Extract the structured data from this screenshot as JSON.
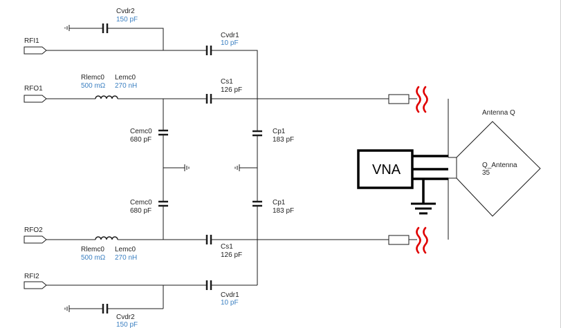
{
  "colors": {
    "wire": "#1a1a1a",
    "value_blue": "#3a7fc1",
    "squiggle": "#e00000",
    "vna_stroke": "#000000"
  },
  "ports": {
    "rfi1": "RFI1",
    "rfo1": "RFO1",
    "rfo2": "RFO2",
    "rfi2": "RFI2"
  },
  "components": {
    "cvdr2_top": {
      "name": "Cvdr2",
      "value": "150 pF"
    },
    "cvdr1_top": {
      "name": "Cvdr1",
      "value": "10 pF"
    },
    "rlemc0_top": {
      "name": "Rlemc0",
      "value": "500 mΩ"
    },
    "lemc0_top": {
      "name": "Lemc0",
      "value": "270 nH"
    },
    "cs1_top": {
      "name": "Cs1",
      "value": "126 pF"
    },
    "cemc0_top": {
      "name": "Cemc0",
      "value": "680 pF"
    },
    "cp1_top": {
      "name": "Cp1",
      "value": "183 pF"
    },
    "cemc0_bot": {
      "name": "Cemc0",
      "value": "680 pF"
    },
    "cp1_bot": {
      "name": "Cp1",
      "value": "183 pF"
    },
    "rlemc0_bot": {
      "name": "Rlemc0",
      "value": "500 mΩ"
    },
    "lemc0_bot": {
      "name": "Lemc0",
      "value": "270 nH"
    },
    "cs1_bot": {
      "name": "Cs1",
      "value": "126 pF"
    },
    "cvdr1_bot": {
      "name": "Cvdr1",
      "value": "10 pF"
    },
    "cvdr2_bot": {
      "name": "Cvdr2",
      "value": "150 pF"
    }
  },
  "antenna": {
    "title": "Antenna Q",
    "name": "Q_Antenna",
    "value": "35"
  },
  "vna": {
    "label": "VNA"
  },
  "icons": [
    "resistor-icon",
    "inductor-icon",
    "capacitor-icon",
    "ground-icon",
    "port-icon",
    "squiggle-icon",
    "antenna-icon"
  ]
}
